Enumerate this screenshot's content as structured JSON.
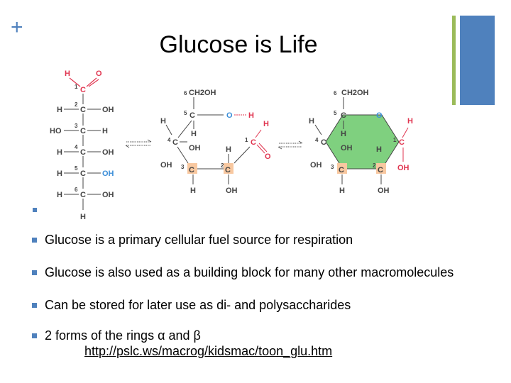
{
  "slide": {
    "title": "Glucose is Life",
    "plus": "+",
    "bullets": [
      "Glucose is a primary cellular fuel source for respiration",
      "Glucose is also used as a building block for many other macromolecules",
      "Can be stored for later use as di- and polysaccharides",
      "2 forms of the rings α and β"
    ],
    "link_text": "http://pslc.ws/macrog/kidsmac/toon_glu.htm",
    "colors": {
      "accent_blue": "#4f81bd",
      "accent_green": "#9bbb59",
      "ring_fill": "#7fd07f",
      "carbon_highlight": "#f8c8a0",
      "red": "#e0344f",
      "blue_oh": "#3b8ed8"
    }
  },
  "diagram": {
    "linear": {
      "aldehyde_h": "H",
      "aldehyde_o": "O",
      "c1_num": "1",
      "c1": "C",
      "rows": [
        {
          "num": "2",
          "left": "H",
          "c": "C",
          "right": "OH"
        },
        {
          "num": "3",
          "left": "HO",
          "c": "C",
          "right": "H"
        },
        {
          "num": "4",
          "left": "H",
          "c": "C",
          "right": "OH"
        },
        {
          "num": "5",
          "left": "H",
          "c": "C",
          "right": "OH"
        },
        {
          "num": "6",
          "left": "H",
          "c": "C",
          "right": "OH"
        }
      ],
      "bottom_h": "H"
    },
    "open_ring": {
      "c6": "6",
      "ch2oh": "CH2OH",
      "c5_num": "5",
      "c5": "C",
      "o": "O",
      "h_top": "H",
      "c4_num": "4",
      "c4": "C",
      "c1_num": "1",
      "c1": "C",
      "c1_o": "O",
      "h_c5_left": "H",
      "h_c5_down": "H",
      "h_c4_left": "H",
      "oh_c4": "OH",
      "oh_c2_up": "H",
      "c3_num": "3",
      "c3": "C",
      "c2_num": "2",
      "c2": "C",
      "oh_c3_left": "OH",
      "h_c3_down": "H",
      "oh_c2_down": "OH"
    },
    "closed_ring": {
      "c6": "6",
      "ch2oh": "CH2OH",
      "c5_num": "5",
      "c5": "C",
      "o": "O",
      "h_right": "H",
      "c4_num": "4",
      "c4": "C",
      "c1_num": "1",
      "c1": "C",
      "h_c5_left": "H",
      "h_c5_down": "H",
      "oh_c4": "OH",
      "h_c2_up": "H",
      "c3_num": "3",
      "c3": "C",
      "c2_num": "2",
      "c2": "C",
      "oh_c1": "OH",
      "oh_c3_left": "OH",
      "h_c3_down": "H",
      "oh_c2_down": "OH"
    }
  }
}
